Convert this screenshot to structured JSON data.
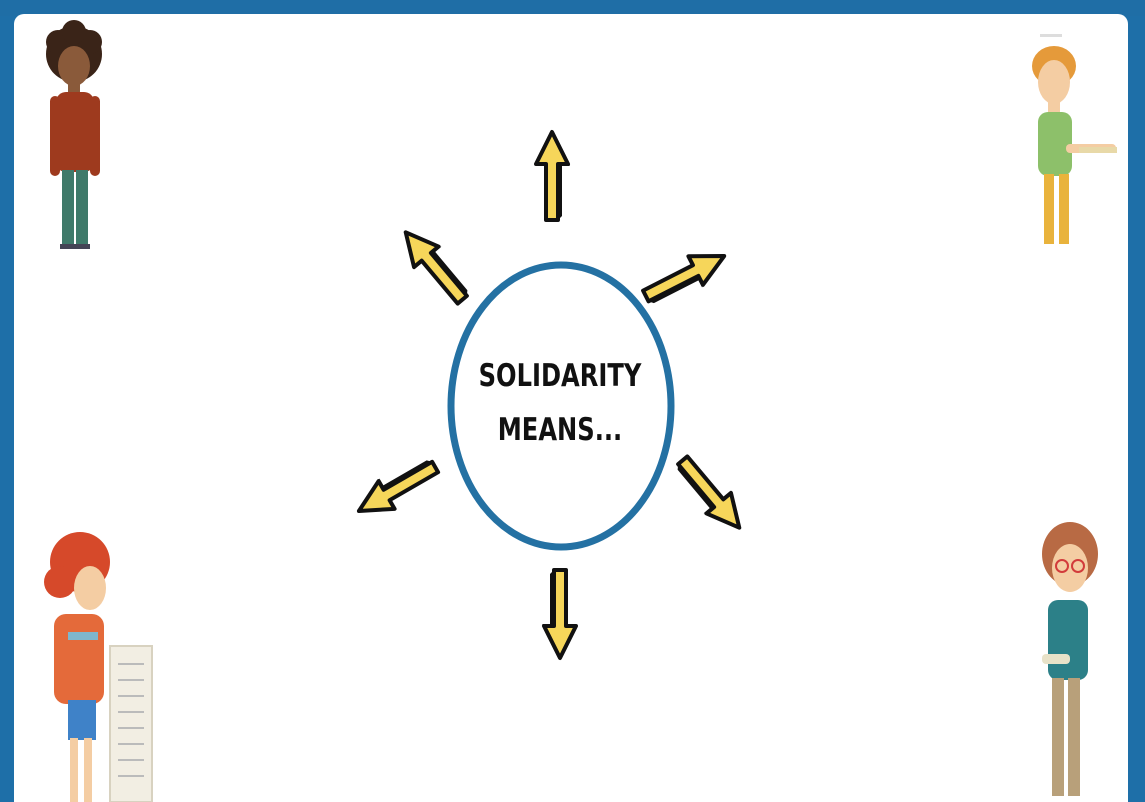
{
  "center": {
    "line1": "SOLIDARITY",
    "line2": "MEANS..."
  },
  "colors": {
    "frame": "#1f6ea6",
    "ring": "#2471a3",
    "arrow_fill": "#f6d65a",
    "arrow_outline": "#111111"
  },
  "characters": [
    {
      "name": "curly-hair-man",
      "corner": "top-left"
    },
    {
      "name": "ginger-boy-with-tool",
      "corner": "top-right"
    },
    {
      "name": "redhead-woman-with-list",
      "corner": "bottom-left"
    },
    {
      "name": "woman-with-glasses",
      "corner": "bottom-right"
    }
  ],
  "arrows": [
    "up",
    "up-right",
    "down-right",
    "down",
    "down-left",
    "up-left"
  ]
}
